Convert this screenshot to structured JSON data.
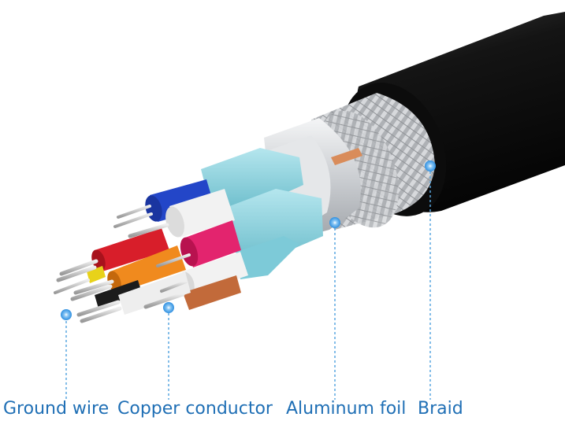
{
  "labels": {
    "ground_wire": "Ground wire",
    "copper_conductor": "Copper conductor",
    "aluminum_foil": "Aluminum foil",
    "braid": "Braid"
  },
  "colors": {
    "label_text": "#1f6fb5",
    "leader_line": "#5aa7e0",
    "marker": "#2f8fe0",
    "jacket": "#141414",
    "braid": "#b9bcc0",
    "foil": "#d8dadc",
    "separator_tape": "#8fd3df",
    "wire_blue": "#2346c8",
    "wire_red": "#d81e2a",
    "wire_orange": "#f08a1e",
    "wire_pink": "#e3246e",
    "wire_white": "#f2f2f2",
    "wire_brown": "#c26a3a",
    "wire_yellow": "#e8d21a",
    "wire_black": "#1c1c1c",
    "copper": "#d98c5a",
    "strand": "#c8c8c8"
  }
}
